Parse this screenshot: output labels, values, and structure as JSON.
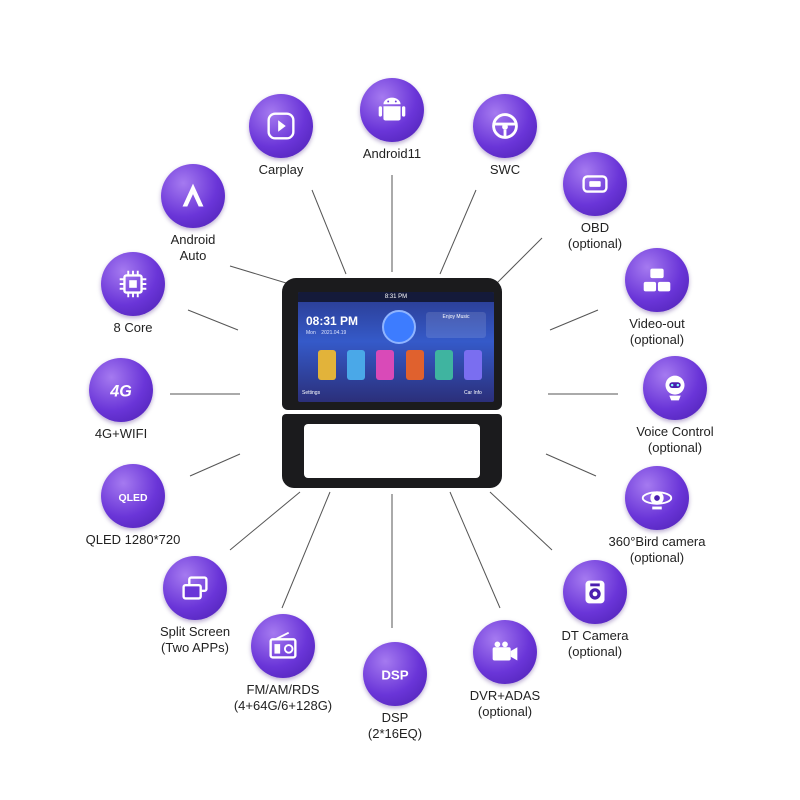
{
  "device": {
    "status_time": "8:31 PM",
    "clock": "08:31 PM",
    "date_day": "Mon",
    "date": "2021.04.19",
    "music_label": "Enjoy Music",
    "settings_label": "Settings",
    "carinfo_label": "Car Info"
  },
  "features": [
    {
      "id": "android11",
      "line1": "Android11",
      "line2": ""
    },
    {
      "id": "carplay",
      "line1": "Carplay",
      "line2": ""
    },
    {
      "id": "swc",
      "line1": "SWC",
      "line2": ""
    },
    {
      "id": "androidauto",
      "line1": "Android",
      "line2": "Auto"
    },
    {
      "id": "obd",
      "line1": "OBD",
      "line2": "(optional)"
    },
    {
      "id": "8core",
      "line1": "8 Core",
      "line2": ""
    },
    {
      "id": "videoout",
      "line1": "Video-out",
      "line2": "(optional)"
    },
    {
      "id": "4g",
      "line1": "4G+WIFI",
      "line2": ""
    },
    {
      "id": "voice",
      "line1": "Voice Control",
      "line2": "(optional)"
    },
    {
      "id": "qled",
      "line1": "QLED 1280*720",
      "line2": ""
    },
    {
      "id": "360",
      "line1": "360°Bird camera",
      "line2": "(optional)"
    },
    {
      "id": "split",
      "line1": "Split Screen",
      "line2": "(Two APPs)"
    },
    {
      "id": "dtcam",
      "line1": "DT Camera",
      "line2": "(optional)"
    },
    {
      "id": "fm",
      "line1": "FM/AM/RDS",
      "line2": "(4+64G/6+128G)"
    },
    {
      "id": "dvr",
      "line1": "DVR+ADAS",
      "line2": "(optional)"
    },
    {
      "id": "dsp",
      "line1": "DSP",
      "line2": "(2*16EQ)"
    }
  ],
  "icon_text": {
    "four_g": "4G",
    "qled": "QLED",
    "dsp": "DSP"
  },
  "accent_color": "#6a35d8"
}
